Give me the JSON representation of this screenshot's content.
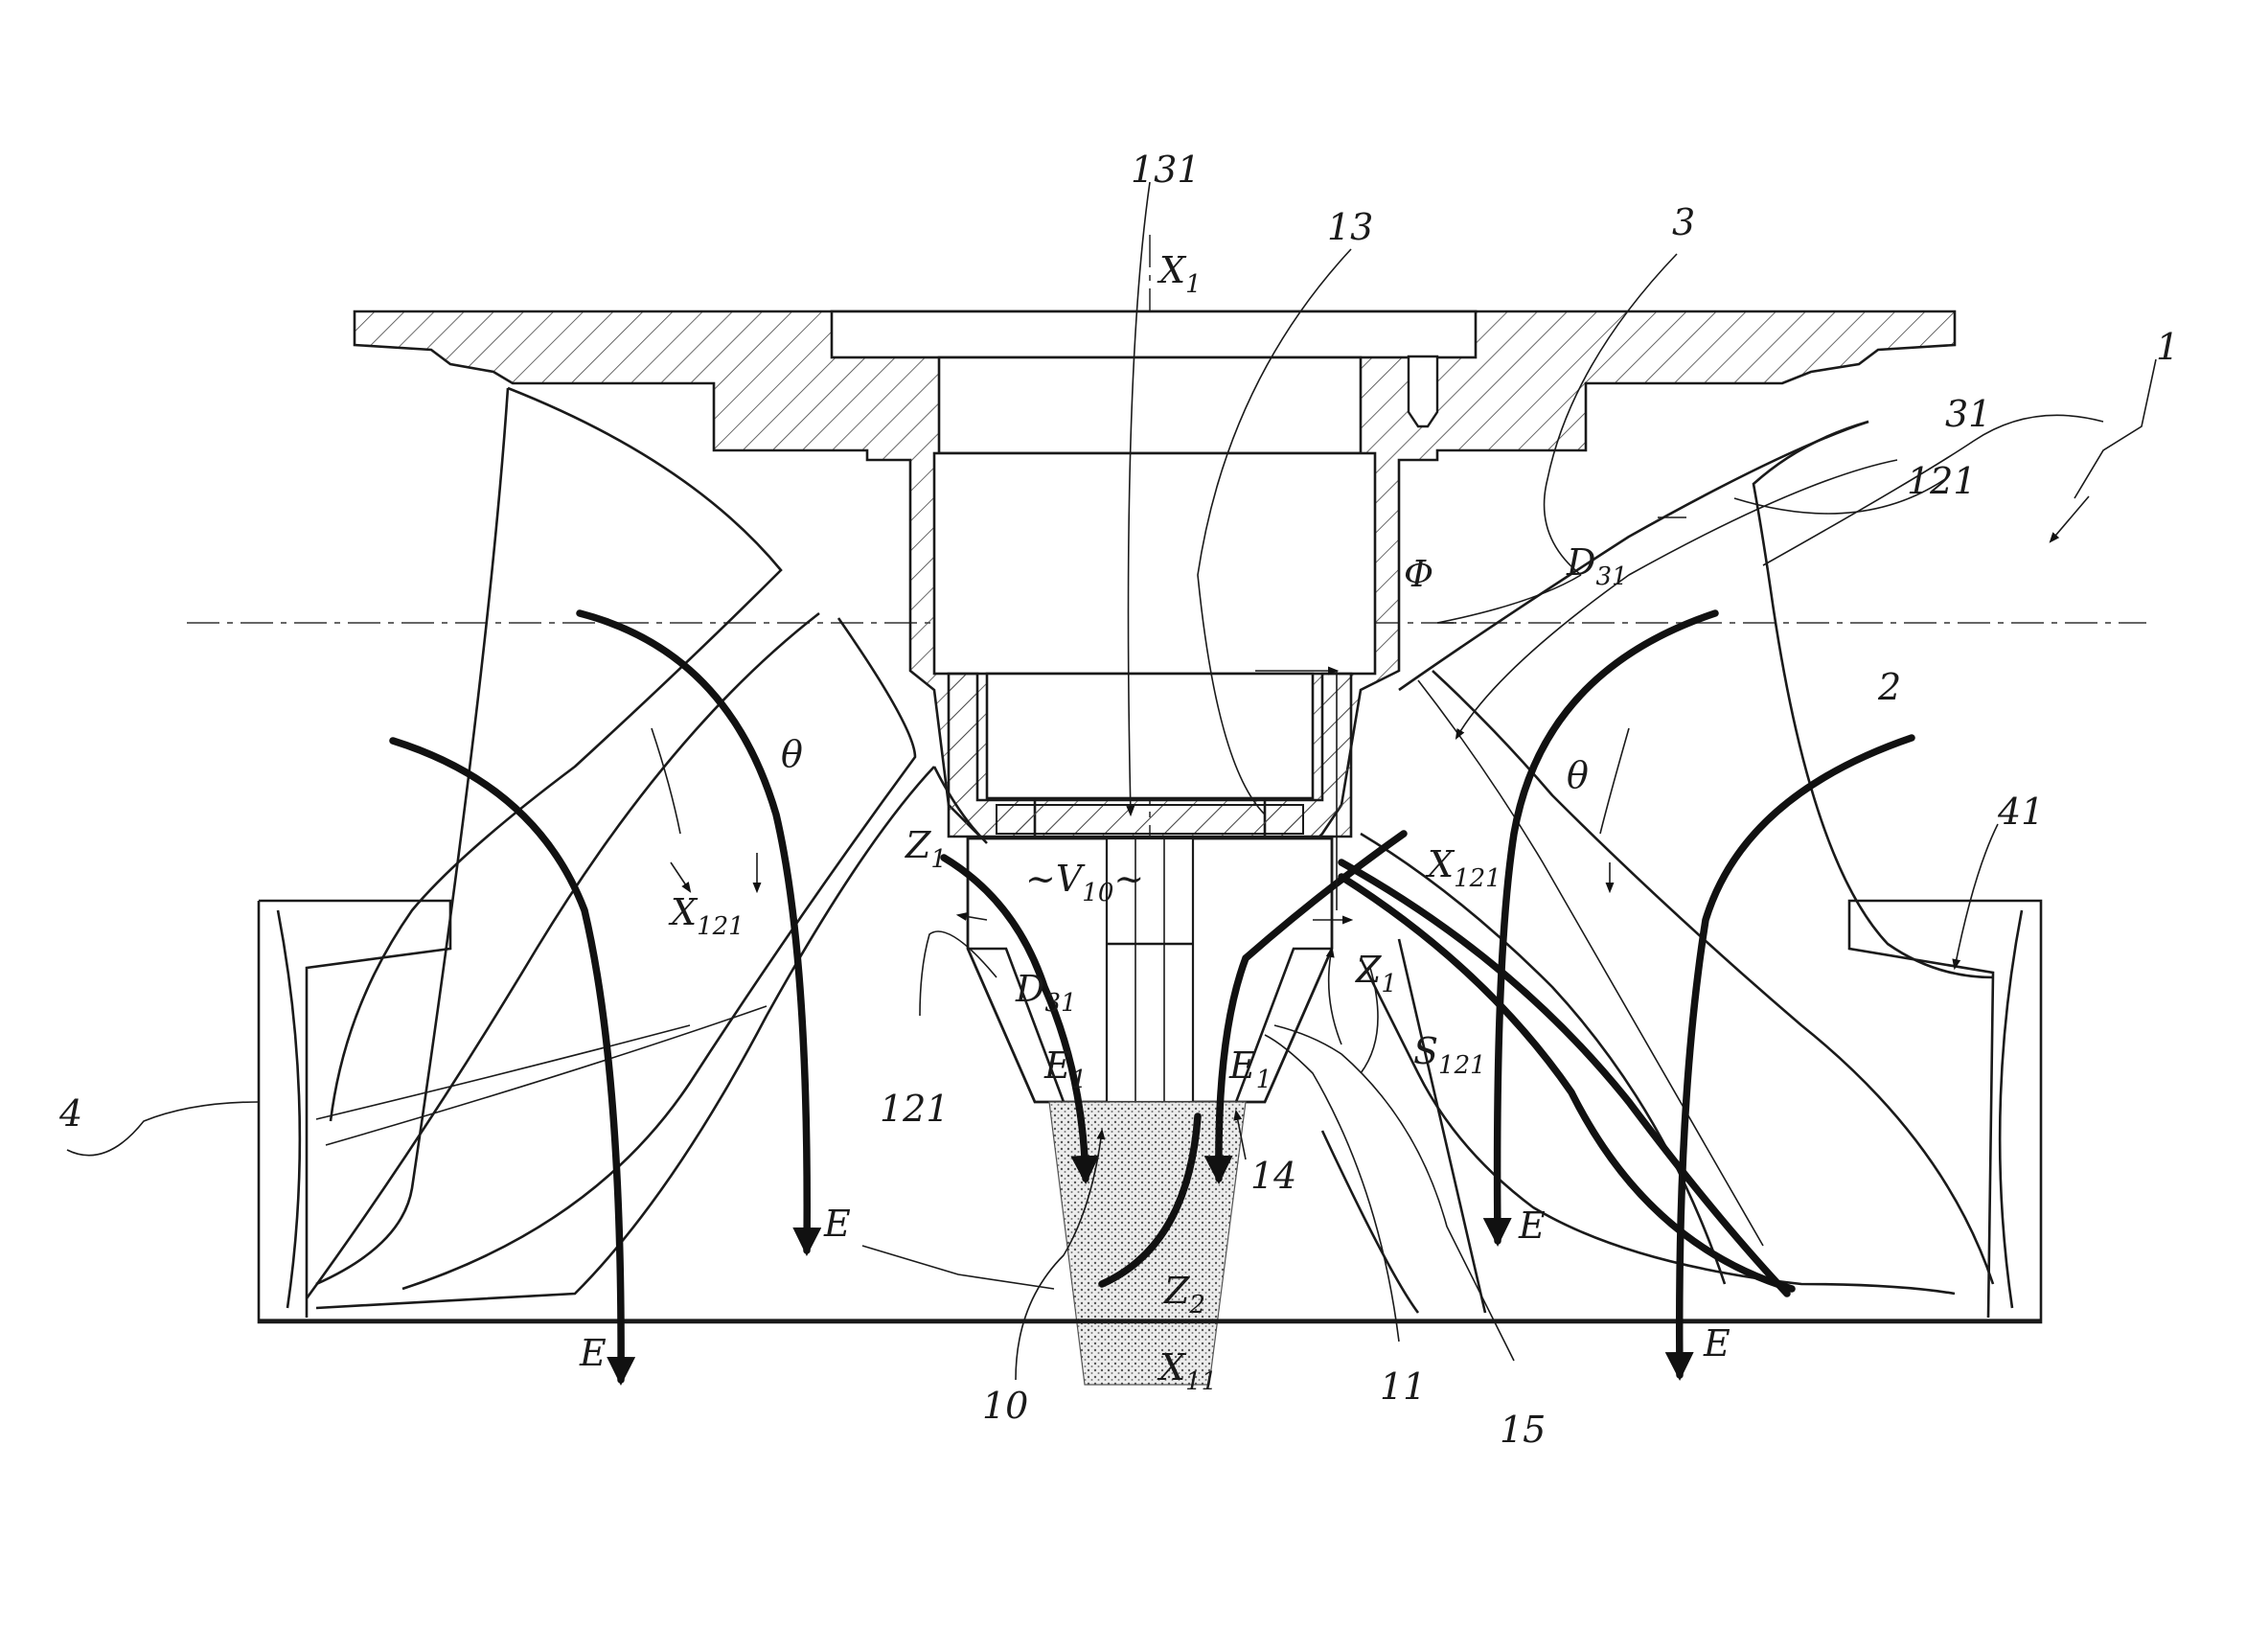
{
  "figure": {
    "labels": {
      "device": "1",
      "housing_2": "2",
      "hub_3": "3",
      "blade_4": "4",
      "jet_10": "10",
      "nozzle_11": "11",
      "pipe_13": "13",
      "gap_14": "14",
      "curve_15": "15",
      "surface_31": "31",
      "edge_41": "41",
      "channel_121": "121",
      "channel_121_left": "121",
      "opening_131": "131",
      "angle_theta": "θ",
      "angle_phi": "Φ",
      "flow_E": "E",
      "edge_E1": "E",
      "volume_V": "~V",
      "axis_X": "X",
      "zone_Z": "Z",
      "diameter_D": "D",
      "surface_S": "S"
    },
    "subscripts": {
      "one": "1",
      "eleven": "11",
      "two": "2",
      "ten": "10",
      "thirtyone": "31",
      "onetwentyone": "121"
    },
    "colors": {
      "ink": "#1a1a1a",
      "spray": "#d9d9d9",
      "paper": "#ffffff"
    }
  }
}
